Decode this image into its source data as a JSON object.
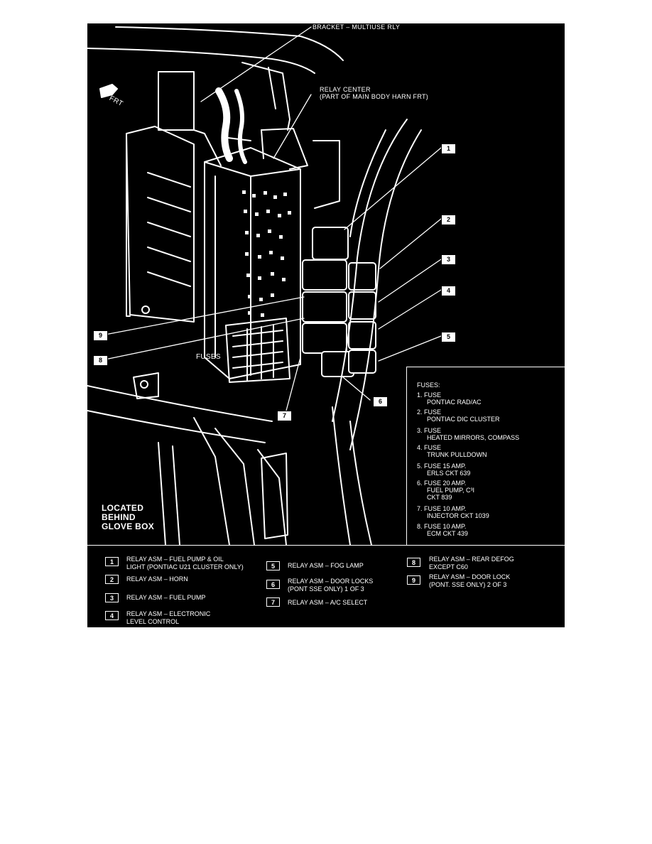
{
  "labels": {
    "bracket": "BRACKET – MULTIUSE RLY",
    "relay_center_1": "RELAY CENTER",
    "relay_center_2": "(PART OF MAIN BODY HARN FRT)",
    "frt": "FRT",
    "fuses": "FUSES",
    "located_1": "LOCATED",
    "located_2": "BEHIND",
    "located_3": "GLOVE BOX"
  },
  "callouts": [
    "1",
    "2",
    "3",
    "4",
    "5",
    "6",
    "7",
    "8",
    "9"
  ],
  "fuse_list": {
    "title": "FUSES:",
    "items": [
      {
        "line1": "1.  FUSE",
        "line2": "PONTIAC RAD/AC"
      },
      {
        "line1": "2.  FUSE",
        "line2": "PONTIAC DIC CLUSTER"
      },
      {
        "line1": "3.  FUSE",
        "line2": "HEATED MIRRORS, COMPASS"
      },
      {
        "line1": "4.  FUSE",
        "line2": "TRUNK PULLDOWN"
      },
      {
        "line1": "5.  FUSE 15 AMP.",
        "line2": "ERLS CKT 639"
      },
      {
        "line1": "6.  FUSE 20 AMP.",
        "line2": "FUEL PUMP, C³I",
        "line3": "CKT 839"
      },
      {
        "line1": "7.  FUSE 10 AMP.",
        "line2": "INJECTOR CKT 1039"
      },
      {
        "line1": "8.  FUSE 10 AMP.",
        "line2": "ECM CKT 439"
      }
    ]
  },
  "legend": [
    {
      "num": "1",
      "line1": "RELAY ASM – FUEL PUMP & OIL",
      "line2": "LIGHT (PONTIAC U21 CLUSTER ONLY)"
    },
    {
      "num": "2",
      "line1": "RELAY ASM – HORN",
      "line2": ""
    },
    {
      "num": "3",
      "line1": "RELAY ASM – FUEL PUMP",
      "line2": ""
    },
    {
      "num": "4",
      "line1": "RELAY ASM – ELECTRONIC",
      "line2": "LEVEL CONTROL"
    },
    {
      "num": "5",
      "line1": "RELAY ASM – FOG LAMP",
      "line2": ""
    },
    {
      "num": "6",
      "line1": "RELAY ASM – DOOR LOCKS",
      "line2": "(PONT SSE ONLY) 1 OF 3"
    },
    {
      "num": "7",
      "line1": "RELAY ASM – A/C SELECT",
      "line2": ""
    },
    {
      "num": "8",
      "line1": "RELAY ASM – REAR DEFOG",
      "line2": "EXCEPT C60"
    },
    {
      "num": "9",
      "line1": "RELAY ASM – DOOR LOCK",
      "line2": "(PONT. SSE ONLY) 2 OF 3"
    }
  ]
}
